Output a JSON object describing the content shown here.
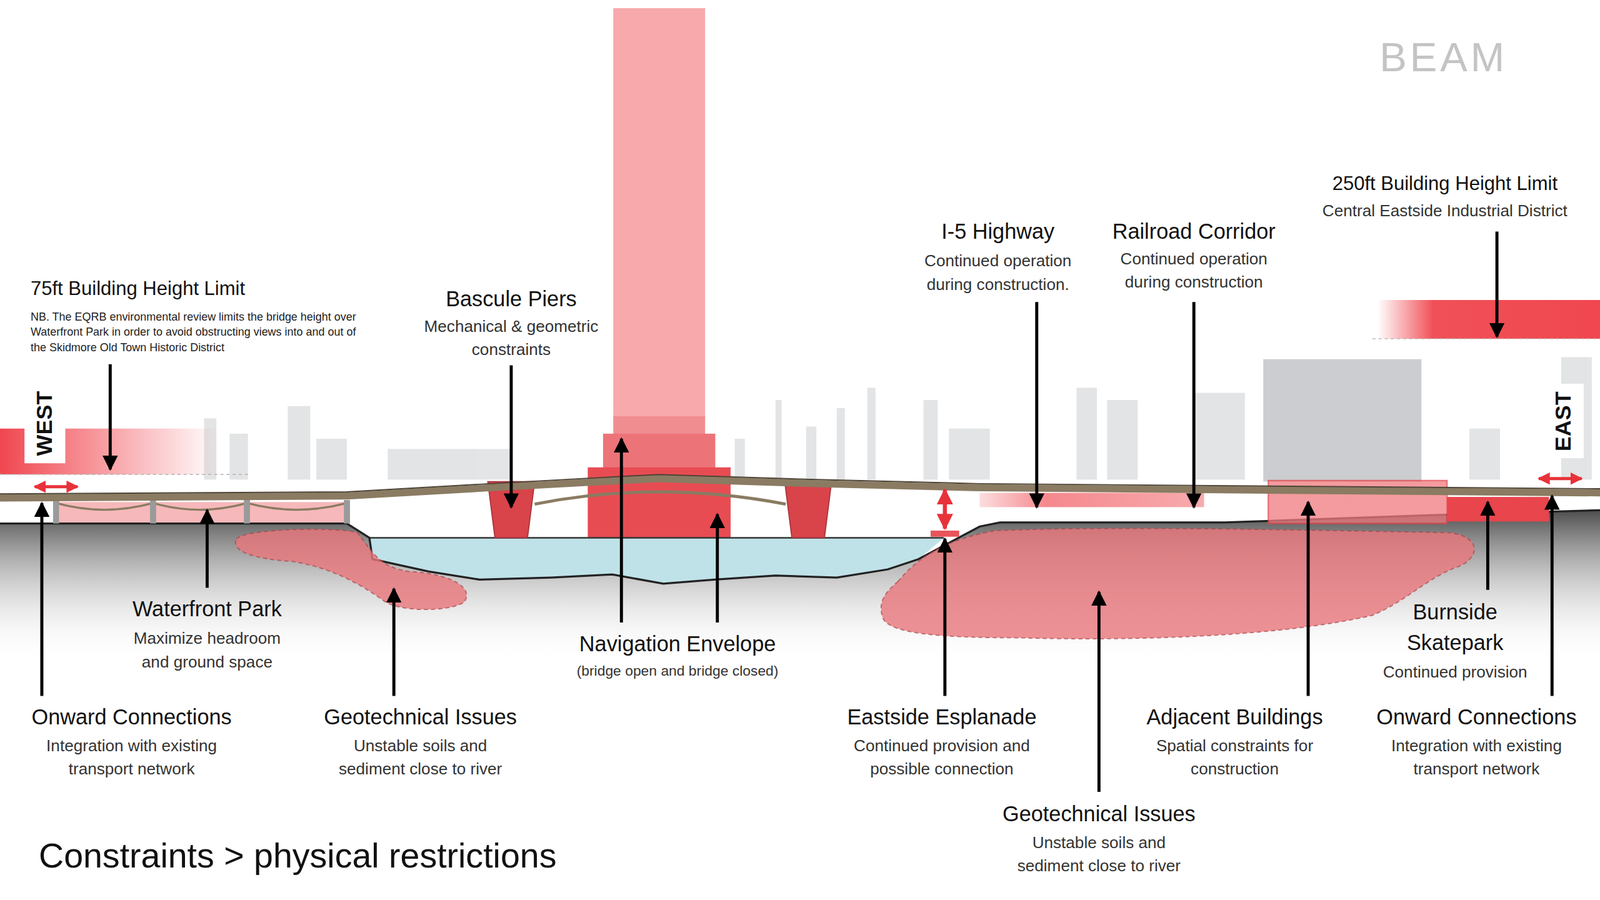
{
  "diagram": {
    "title": "Constraints > physical restrictions",
    "nodes": [
      {
        "text": [
          "WEST"
        ]
      },
      {
        "text": [
          "EAST"
        ]
      }
    ],
    "edges": [],
    "labels": [
      "75ft Building Height Limit",
      "NB. The EQRB environmental review limits the bridge height over Waterfront Park in order to avoid obstructing views into and out of the Skidmore Old Town Historic District",
      "Bascule Piers",
      "Mechanical & geometric constraints",
      "I-5 Highway",
      "Continued operation during construction.",
      "Railroad Corridor",
      "Continued operation during construction",
      "250ft Building Height Limit",
      "Central Eastside Industrial District",
      "Waterfront Park",
      "Maximize headroom and ground space",
      "Navigation Envelope",
      "(bridge open and bridge closed)",
      "Burnside Skatepark",
      "Continued provision",
      "Onward Connections",
      "Integration with existing transport network",
      "Geotechnical Issues",
      "Unstable soils and sediment close to river",
      "Eastside Esplanade",
      "Continued provision and possible connection",
      "Adjacent Buildings",
      "Spatial constraints for construction",
      "Onward Connections",
      "Integration with existing transport network",
      "Geotechnical Issues",
      "Unstable soils and sediment close to river",
      "BEAM"
    ]
  }
}
